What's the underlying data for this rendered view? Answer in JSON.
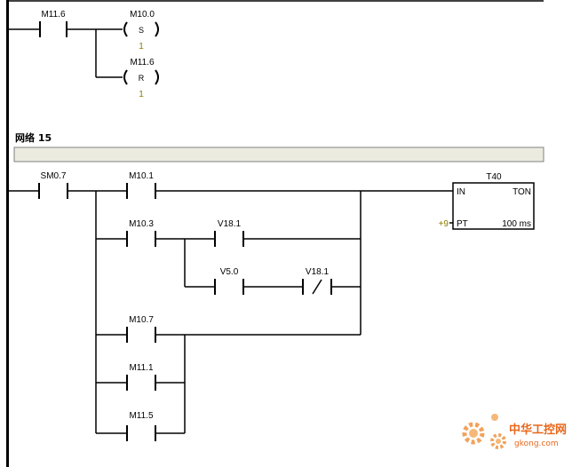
{
  "network_prev": {
    "contact": "M11.6",
    "set_coil": {
      "operand": "M10.0",
      "type": "S",
      "count": "1"
    },
    "reset_coil": {
      "operand": "M11.6",
      "type": "R",
      "count": "1"
    }
  },
  "network15": {
    "title": "网络 15",
    "contacts": {
      "sm": "SM0.7",
      "m101": "M10.1",
      "m103": "M10.3",
      "v181a": "V18.1",
      "v50": "V5.0",
      "v181b": "V18.1",
      "m107": "M10.7",
      "m111": "M11.1",
      "m115": "M11.5"
    },
    "timer": {
      "name": "T40",
      "type": "TON",
      "in_label": "IN",
      "pt_label": "PT",
      "pt_value": "+9",
      "base": "100 ms"
    }
  },
  "watermark": {
    "cn": "中华工控网",
    "en": "gkong.com",
    "color": "#e8671c"
  }
}
